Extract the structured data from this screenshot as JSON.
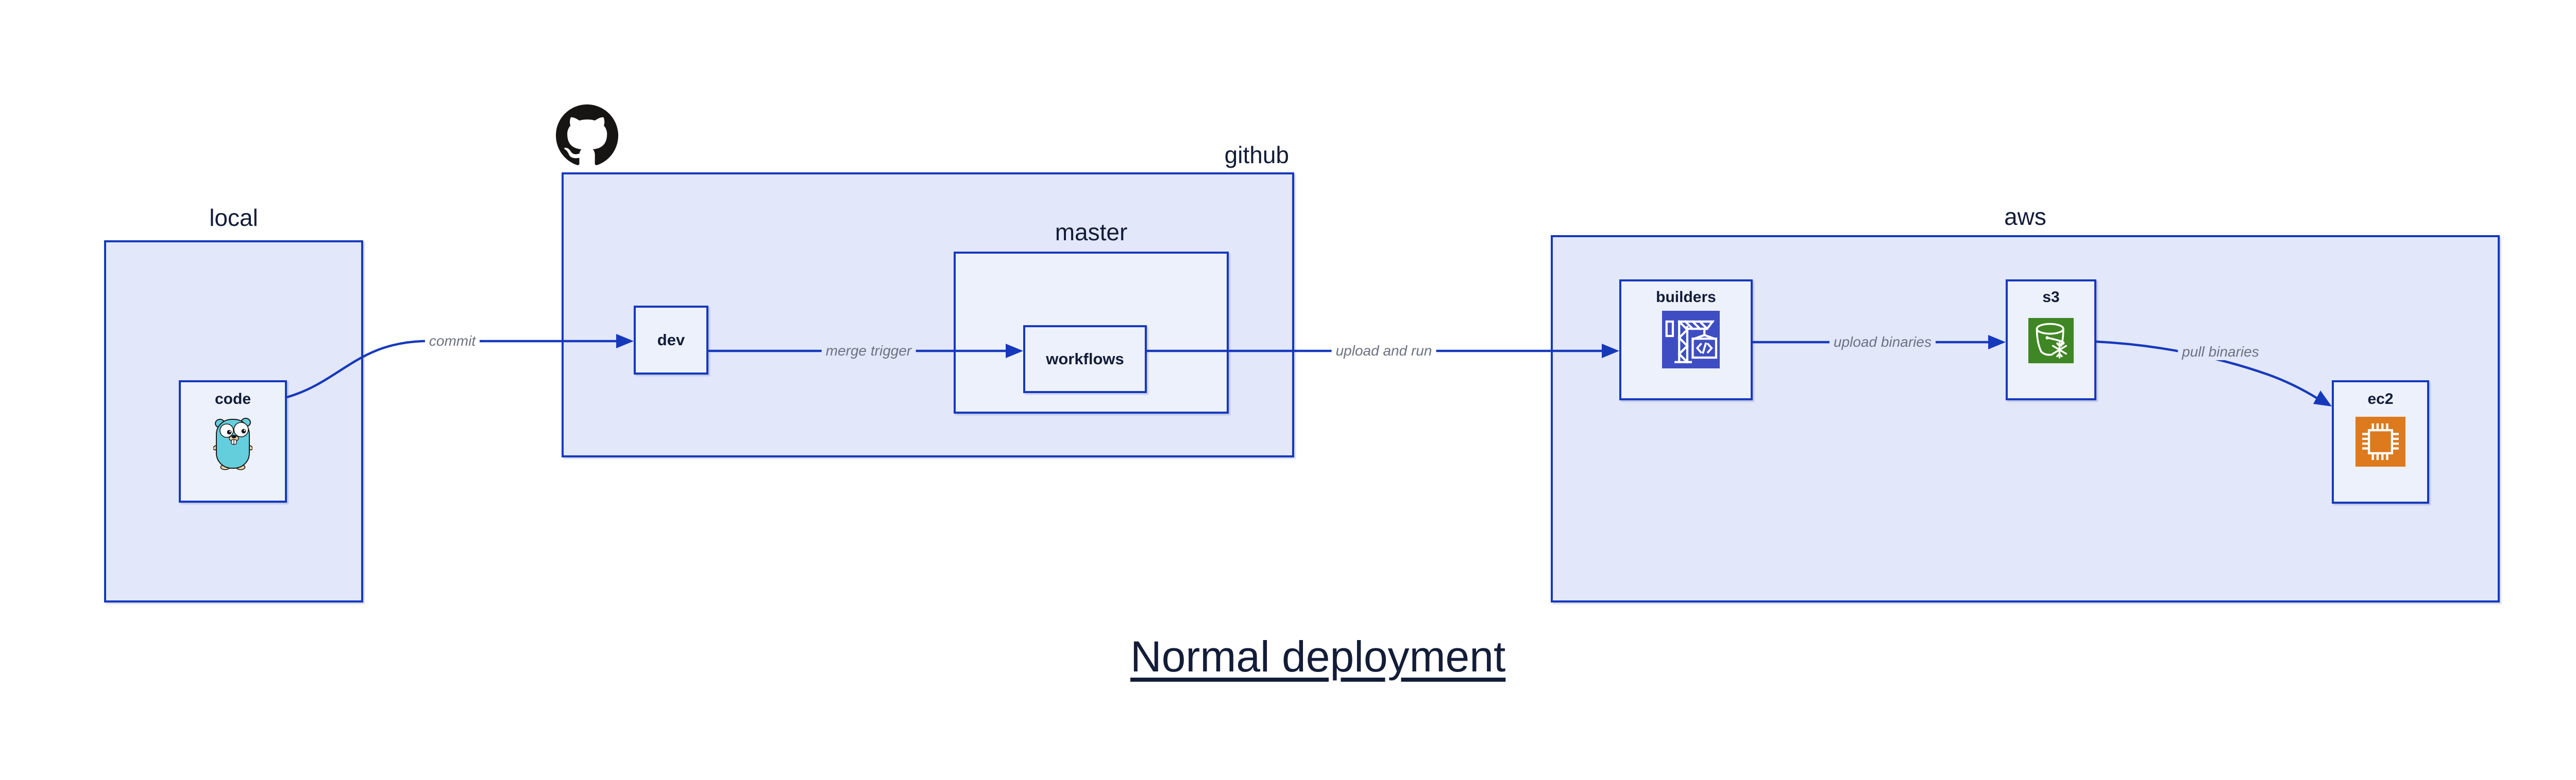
{
  "title": {
    "text": "Normal deployment"
  },
  "groups": {
    "local": {
      "label": "local"
    },
    "github": {
      "label": "github"
    },
    "master": {
      "label": "master"
    },
    "aws": {
      "label": "aws"
    }
  },
  "nodes": {
    "code": {
      "label": "code",
      "icon": "go-gopher-icon"
    },
    "dev": {
      "label": "dev"
    },
    "workflows": {
      "label": "workflows"
    },
    "builders": {
      "label": "builders",
      "icon": "aws-codebuild-crane-icon"
    },
    "s3": {
      "label": "s3",
      "icon": "aws-s3-bucket-snowflake-icon"
    },
    "ec2": {
      "label": "ec2",
      "icon": "aws-ec2-chip-icon"
    }
  },
  "edges": {
    "commit": {
      "label": "commit"
    },
    "merge_trigger": {
      "label": "merge trigger"
    },
    "upload_and_run": {
      "label": "upload and run"
    },
    "upload_binaries": {
      "label": "upload binaries"
    },
    "pull_binaries": {
      "label": "pull binaries"
    }
  },
  "icons": {
    "github_logo": "github-octocat-icon",
    "code_glyph": "</>"
  },
  "colors": {
    "border_blue": "#1539BE",
    "edge_blue": "#1639BC",
    "group_fill": "#E2E7F9",
    "node_fill": "#EDF1FC",
    "text_navy": "#131D38",
    "edge_gray": "#6C7280",
    "codebuild_bg": "#3E4EC2",
    "s3_green": "#3F8624",
    "ec2_orange": "#DD7A1E",
    "logo_black": "#171414",
    "gopher_teal": "#65CEDD",
    "gopher_tan": "#F4D0A1",
    "page_bg": "#FFFFFF"
  }
}
